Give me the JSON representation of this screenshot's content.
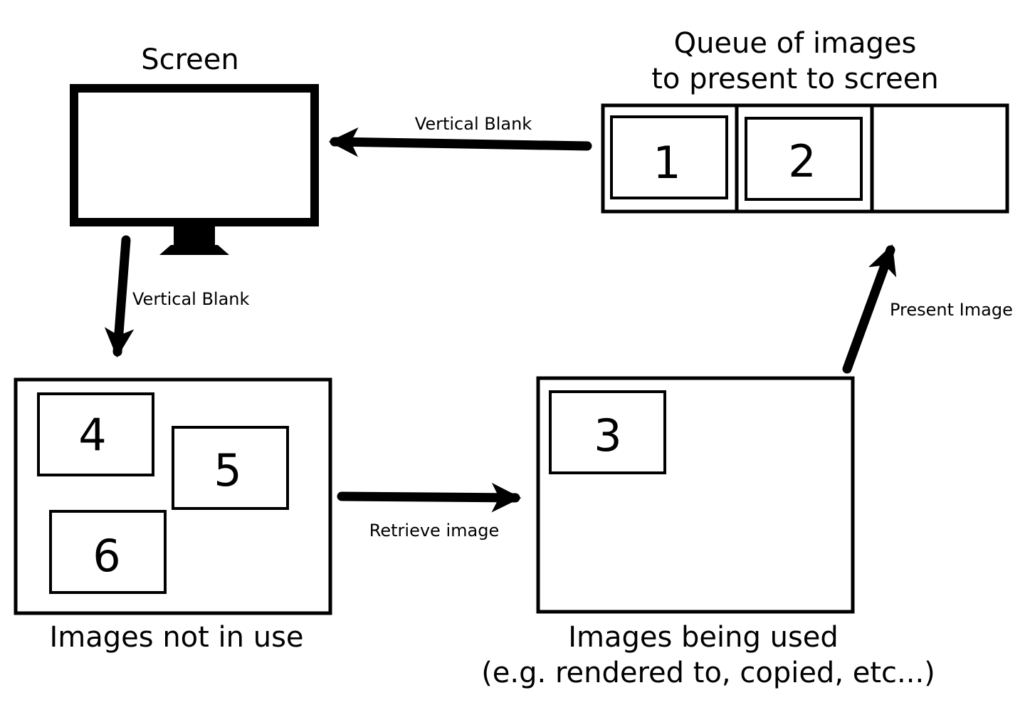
{
  "labels": {
    "screen_title": "Screen",
    "queue_title_line1": "Queue of images",
    "queue_title_line2": "to present to screen",
    "not_in_use_title": "Images not in use",
    "being_used_title_line1": "Images being used",
    "being_used_title_line2": "(e.g. rendered to, copied, etc...)"
  },
  "arrows": {
    "queue_to_screen": "Vertical Blank",
    "screen_to_pool": "Vertical Blank",
    "pool_to_used": "Retrieve image",
    "used_to_queue": "Present Image"
  },
  "queue": {
    "slots": [
      "1",
      "2",
      ""
    ]
  },
  "pool": {
    "images": [
      "4",
      "5",
      "6"
    ]
  },
  "in_use": {
    "images": [
      "3"
    ]
  },
  "colors": {
    "stroke": "#000000",
    "background": "#ffffff"
  }
}
